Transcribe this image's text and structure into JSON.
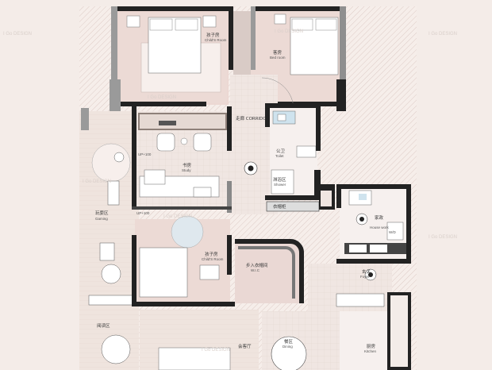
{
  "colors": {
    "background": "#f3ebe6",
    "wall": "#1e1e1e",
    "wall_light": "#9a9a9a",
    "floor_pink": "#ead8d4",
    "floor_wood": "#efe2dc",
    "hatch": "#d8c6c1",
    "furniture": "#ffffff",
    "outline": "#555555",
    "glass": "#cfe3ee"
  },
  "watermark": "I Go DESIGN",
  "rooms": {
    "childs_room_top": {
      "cn": "孩子房",
      "en": "Child'S Room"
    },
    "bedroom": {
      "cn": "客房",
      "en": "Bed room"
    },
    "corridor": {
      "cn": "走廊 CORRIDOR"
    },
    "study": {
      "cn": "书房",
      "en": "Study"
    },
    "toilet": {
      "cn": "公卫",
      "en": "Toilet"
    },
    "shower": {
      "cn": "淋浴区",
      "en": "Shower"
    },
    "gaming": {
      "cn": "玩耍区",
      "en": "Gaming"
    },
    "up_1": "UP+100",
    "up_2": "UP+100",
    "wardrobe": "衣帽柜",
    "housework": {
      "cn": "家政",
      "en": "House work"
    },
    "wd": "W/D",
    "childs_room_mid": {
      "cn": "孩子房",
      "en": "Child'S Room"
    },
    "wic": {
      "cn": "步入衣帽间",
      "en": "W.I.C"
    },
    "foyer": {
      "cn": "玄关",
      "en": "Foyer"
    },
    "reading": {
      "cn": "阅读区"
    },
    "dining": {
      "cn": "餐区",
      "en": "Dining"
    },
    "kitchen": {
      "cn": "厨房",
      "en": "Kitchen"
    },
    "living": {
      "cn": "会客厅"
    }
  }
}
